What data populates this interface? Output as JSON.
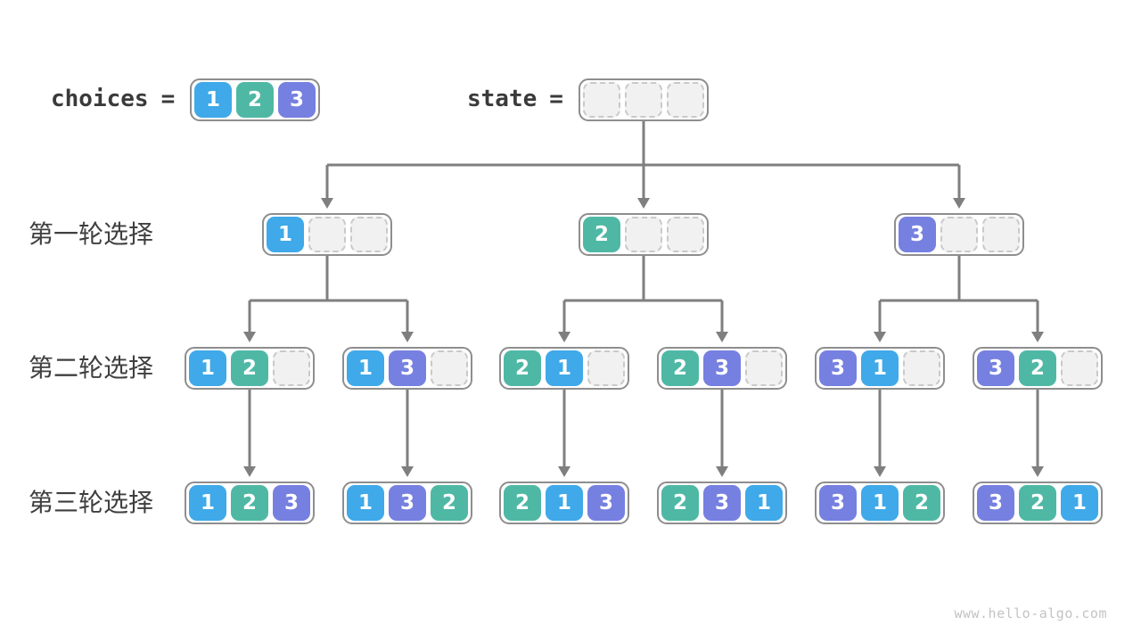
{
  "page": {
    "background": "#ffffff",
    "watermark": "www.hello-algo.com"
  },
  "legend": {
    "choices_label": "choices",
    "state_label": "state",
    "equals": "="
  },
  "choices": [
    1,
    2,
    3
  ],
  "state": [
    null,
    null,
    null
  ],
  "colors": {
    "1": "#3fa9e9",
    "2": "#4fb8a5",
    "3": "#7680e0",
    "empty_fill": "#f1f1f1",
    "empty_border": "#c9c9c9",
    "box_border": "#8e8e8e",
    "connector": "#7f7f7f",
    "label_text": "#3f3f3f",
    "watermark_text": "#c3c3c3"
  },
  "rows": [
    {
      "label": "第一轮选择",
      "arrays": [
        [
          1,
          null,
          null
        ],
        [
          2,
          null,
          null
        ],
        [
          3,
          null,
          null
        ]
      ]
    },
    {
      "label": "第二轮选择",
      "arrays": [
        [
          1,
          2,
          null
        ],
        [
          1,
          3,
          null
        ],
        [
          2,
          1,
          null
        ],
        [
          2,
          3,
          null
        ],
        [
          3,
          1,
          null
        ],
        [
          3,
          2,
          null
        ]
      ]
    },
    {
      "label": "第三轮选择",
      "arrays": [
        [
          1,
          2,
          3
        ],
        [
          1,
          3,
          2
        ],
        [
          2,
          1,
          3
        ],
        [
          2,
          3,
          1
        ],
        [
          3,
          1,
          2
        ],
        [
          3,
          2,
          1
        ]
      ]
    }
  ]
}
